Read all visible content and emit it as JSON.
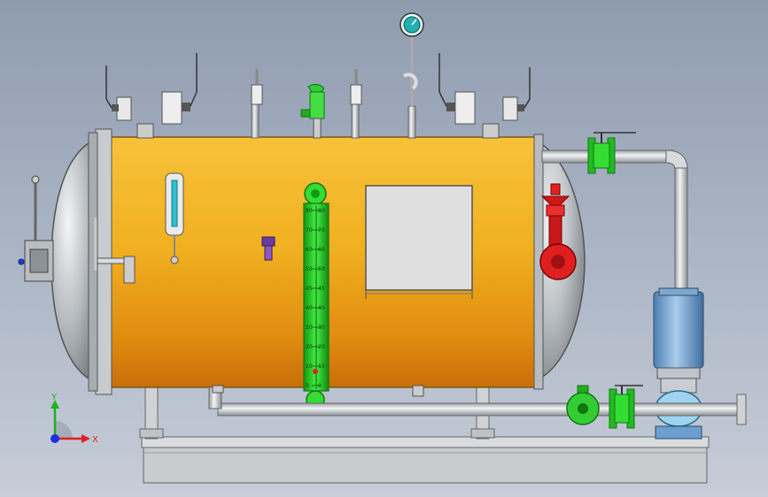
{
  "colors": {
    "background_top": "#8f9cb0",
    "background_bottom": "#c6cdd8",
    "shell": "#f0b020",
    "head": "#b7bcc0",
    "pipe": "#c9cdd1",
    "gauge_green": "#22cc22",
    "valve_red": "#e02020",
    "pump_blue": "#6a9fd0",
    "axis_x": "#e02020",
    "axis_y": "#20b020",
    "axis_z": "#2030e0"
  },
  "level_gauge": {
    "ticks": [
      "80",
      "70",
      "60",
      "50",
      "45",
      "40",
      "30",
      "20",
      "10",
      "0"
    ]
  },
  "axes": {
    "x_label": "X",
    "y_label": "Y"
  }
}
